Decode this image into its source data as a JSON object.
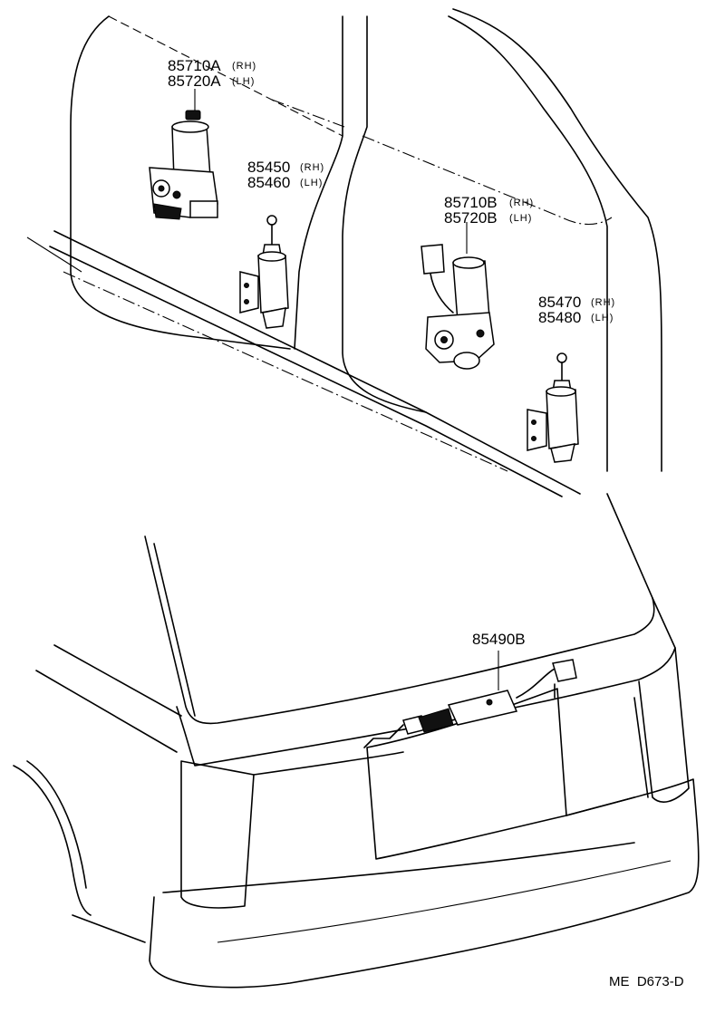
{
  "parts": {
    "door_lock_motor_front_rh": {
      "number": "85710A",
      "side": "(RH)"
    },
    "door_lock_motor_front_lh": {
      "number": "85720A",
      "side": "(LH)"
    },
    "solenoid_front_rh": {
      "number": "85450",
      "side": "(RH)"
    },
    "solenoid_front_lh": {
      "number": "85460",
      "side": "(LH)"
    },
    "door_lock_motor_rear_rh": {
      "number": "85710B",
      "side": "(RH)"
    },
    "door_lock_motor_rear_lh": {
      "number": "85720B",
      "side": "(LH)"
    },
    "solenoid_rear_rh": {
      "number": "85470",
      "side": "(RH)"
    },
    "solenoid_rear_lh": {
      "number": "85480",
      "side": "(LH)"
    },
    "back_door_lock": {
      "number": "85490B"
    }
  },
  "diagram_code": "ME  D673-D"
}
